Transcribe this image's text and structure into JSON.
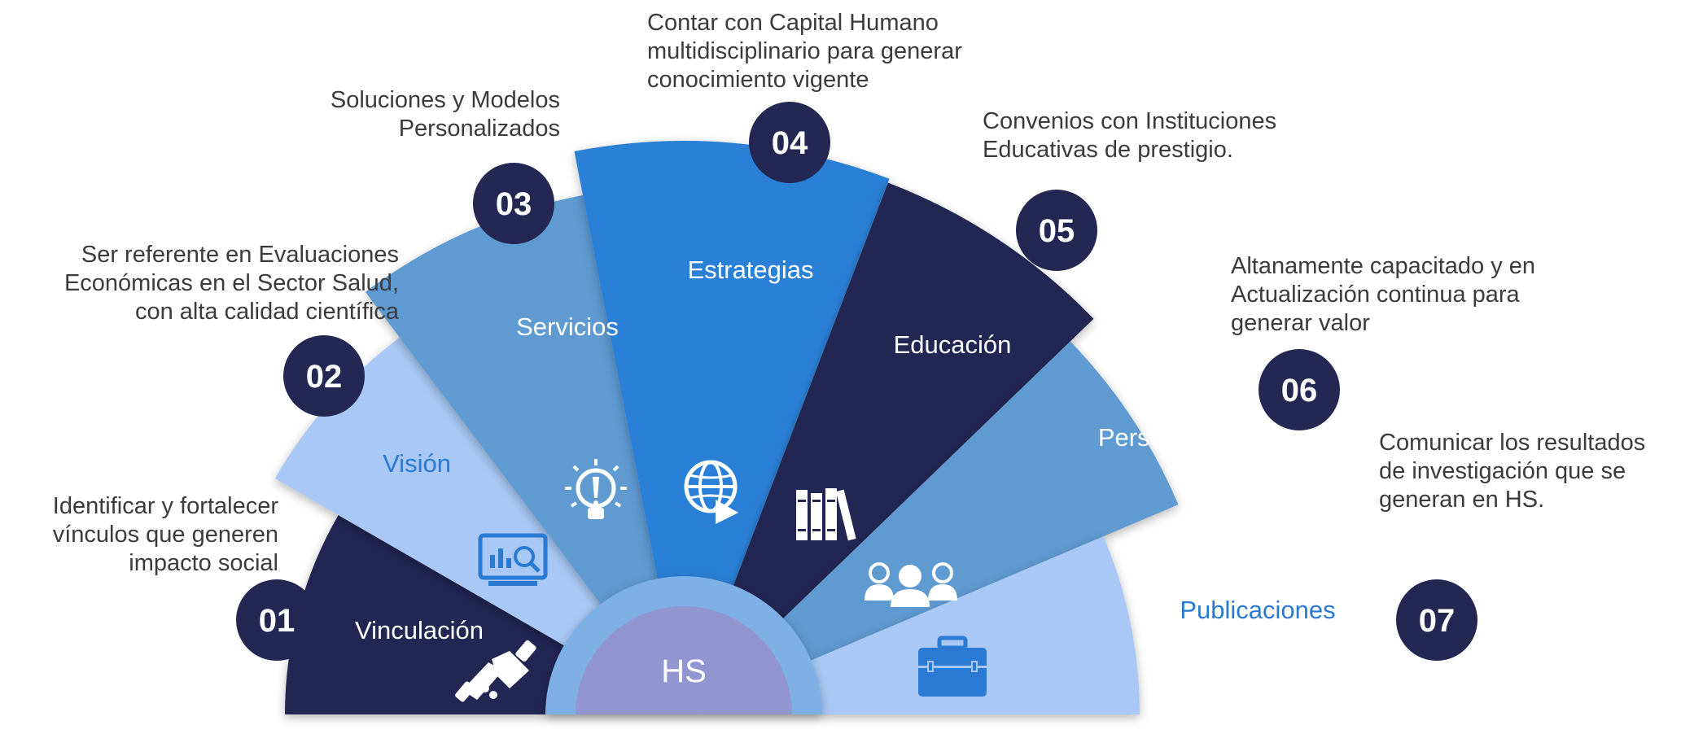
{
  "center_label": "HS",
  "items": [
    {
      "number": "01",
      "label": "Vinculación",
      "icon": "handshake-icon",
      "description": "Identificar y fortalecer\nvínculos que generen\nimpacto social",
      "fill": "#232752",
      "label_color": "#ffffff",
      "icon_color": "#ffffff"
    },
    {
      "number": "02",
      "label": "Visión",
      "icon": "presentation-chart-icon",
      "description": "Ser referente en Evaluaciones\nEconómicas en el Sector Salud,\ncon alta calidad científica",
      "fill": "#a9c8f5",
      "label_color": "#2a7ad4",
      "icon_color": "#2a7ad4"
    },
    {
      "number": "03",
      "label": "Servicios",
      "icon": "lightbulb-icon",
      "description": "Soluciones y Modelos\nPersonalizados",
      "fill": "#5f9ad1",
      "label_color": "#ffffff",
      "icon_color": "#ffffff"
    },
    {
      "number": "04",
      "label": "Estrategias",
      "icon": "globe-arrow-icon",
      "description": "Contar con Capital Humano\nmultidisciplinario para generar\nconocimiento vigente",
      "fill": "#2980d6",
      "label_color": "#ffffff",
      "icon_color": "#ffffff"
    },
    {
      "number": "05",
      "label": "Educación",
      "icon": "books-icon",
      "description": "Convenios con Instituciones\nEducativas de prestigio.",
      "fill": "#232752",
      "label_color": "#ffffff",
      "icon_color": "#ffffff"
    },
    {
      "number": "06",
      "label": "Personal",
      "icon": "people-group-icon",
      "description": "Altanamente capacitado y en\nActualización continua  para\ngenerar valor",
      "fill": "#5f9ad1",
      "label_color": "#ffffff",
      "icon_color": "#ffffff"
    },
    {
      "number": "07",
      "label": "Publicaciones",
      "icon": "briefcase-icon",
      "description": "Comunicar los resultados\nde investigación que se\ngeneran en HS.",
      "fill": "#a9c8f5",
      "label_color": "#2a7ad4",
      "icon_color": "#2a7ad4"
    }
  ],
  "colors": {
    "badge": "#232752",
    "center_inner": "#9196d0",
    "center_ring": "#7eb0e6",
    "text": "#3b3b3b"
  }
}
